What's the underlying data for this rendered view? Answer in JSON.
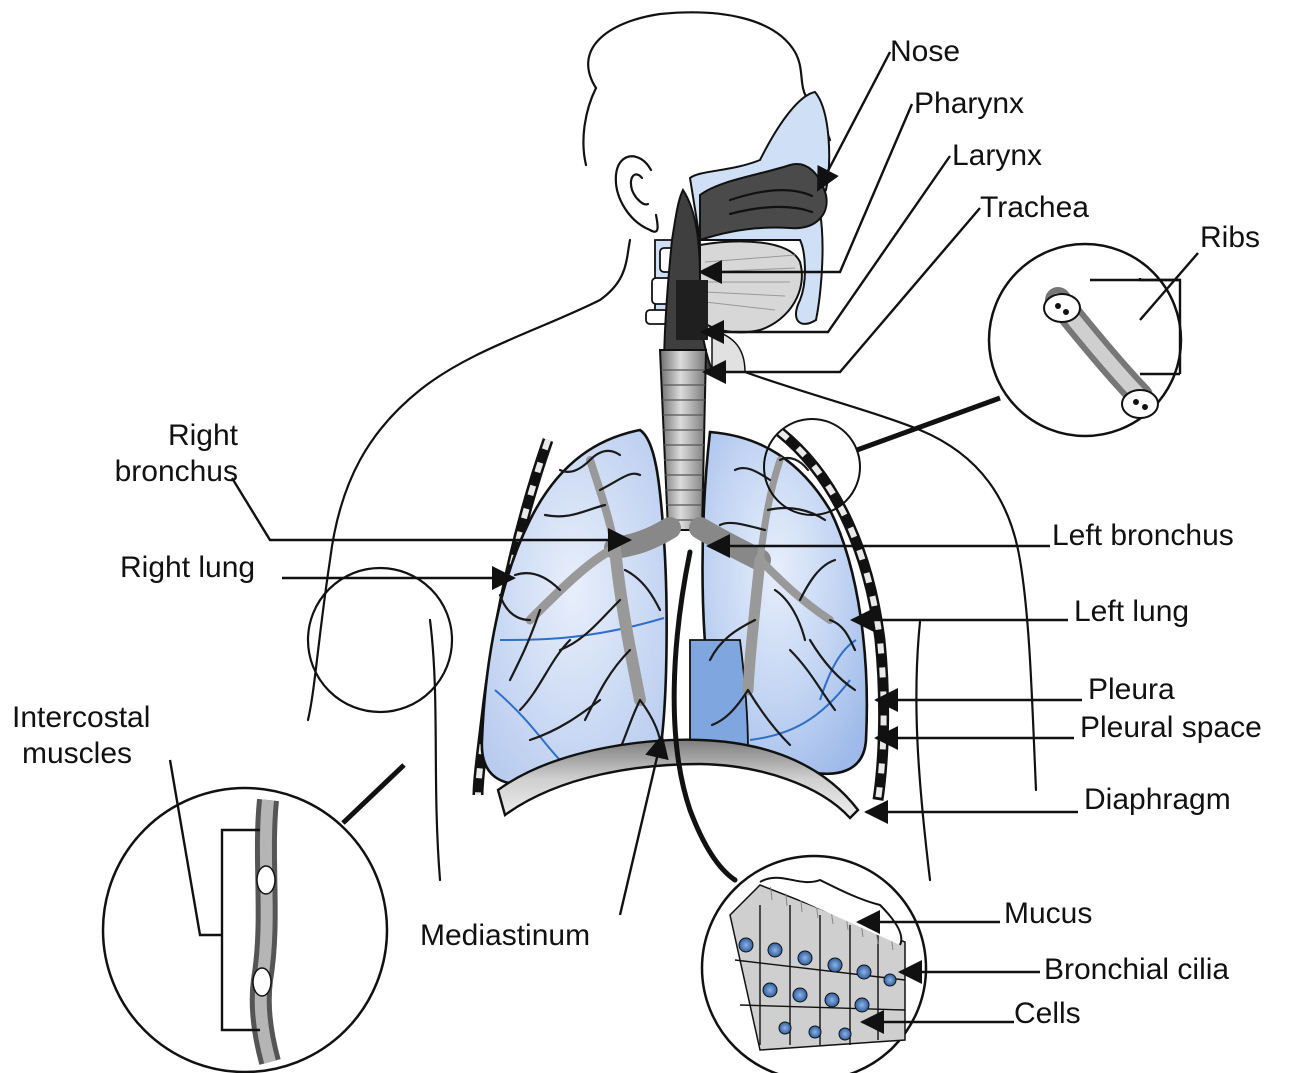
{
  "labels": {
    "nose": "Nose",
    "pharynx": "Pharynx",
    "larynx": "Larynx",
    "trachea": "Trachea",
    "ribs": "Ribs",
    "right_bronchus_1": "Right",
    "right_bronchus_2": "bronchus",
    "left_bronchus": "Left bronchus",
    "right_lung": "Right lung",
    "left_lung": "Left lung",
    "pleura": "Pleura",
    "pleural_space": "Pleural space",
    "intercostal_1": "Intercostal",
    "intercostal_2": "muscles",
    "diaphragm": "Diaphragm",
    "mediastinum": "Mediastinum",
    "mucus": "Mucus",
    "bronchial_cilia": "Bronchial cilia",
    "cells": "Cells"
  },
  "colors": {
    "lung_fill": "#c9d8f3",
    "lung_deep": "#7fa6df",
    "vessel_line": "#2f6fc7",
    "airway_gray": "#8c8c8c",
    "tissue_dark": "#3c3c3c",
    "ink": "#111111"
  }
}
